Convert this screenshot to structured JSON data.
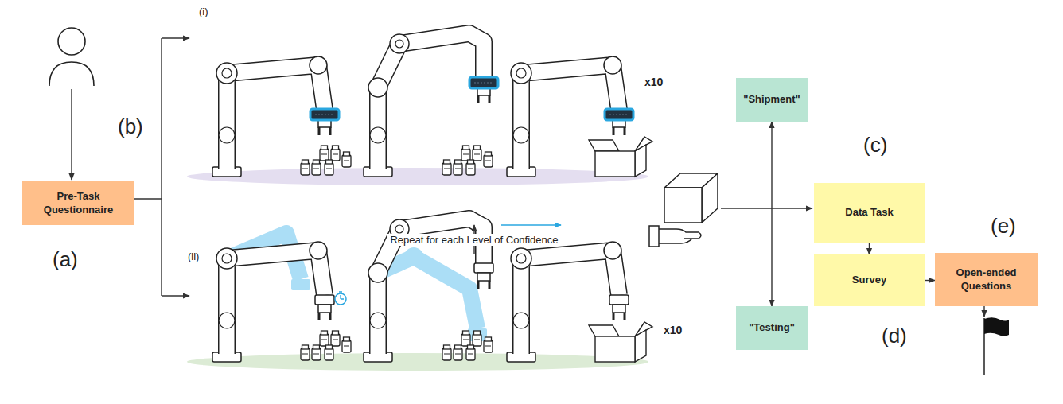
{
  "diagram": {
    "nodes": [
      {
        "text": [
          "Pre-Task Questionnaire"
        ]
      },
      {
        "text": [
          "\"Shipment\""
        ]
      },
      {
        "text": [
          "\"Testing\""
        ]
      },
      {
        "text": [
          "Data Task"
        ]
      },
      {
        "text": [
          "Survey"
        ]
      },
      {
        "text": [
          "Open-ended Questions"
        ]
      }
    ],
    "edges": [
      {
        "from": 1,
        "to": 2,
        "arrow": "both"
      },
      {
        "from": 3,
        "to": 4,
        "arrow": "to"
      },
      {
        "from": 4,
        "to": 5,
        "arrow": "to"
      },
      {
        "from": 4,
        "to": 0,
        "arrow": "to",
        "label": "Repeat for each Level of Confidence"
      }
    ],
    "labels": [
      "(i)",
      "(ii)",
      "(a)",
      "(b)",
      "(c)",
      "(d)",
      "(e)",
      "x10",
      "x10"
    ]
  }
}
